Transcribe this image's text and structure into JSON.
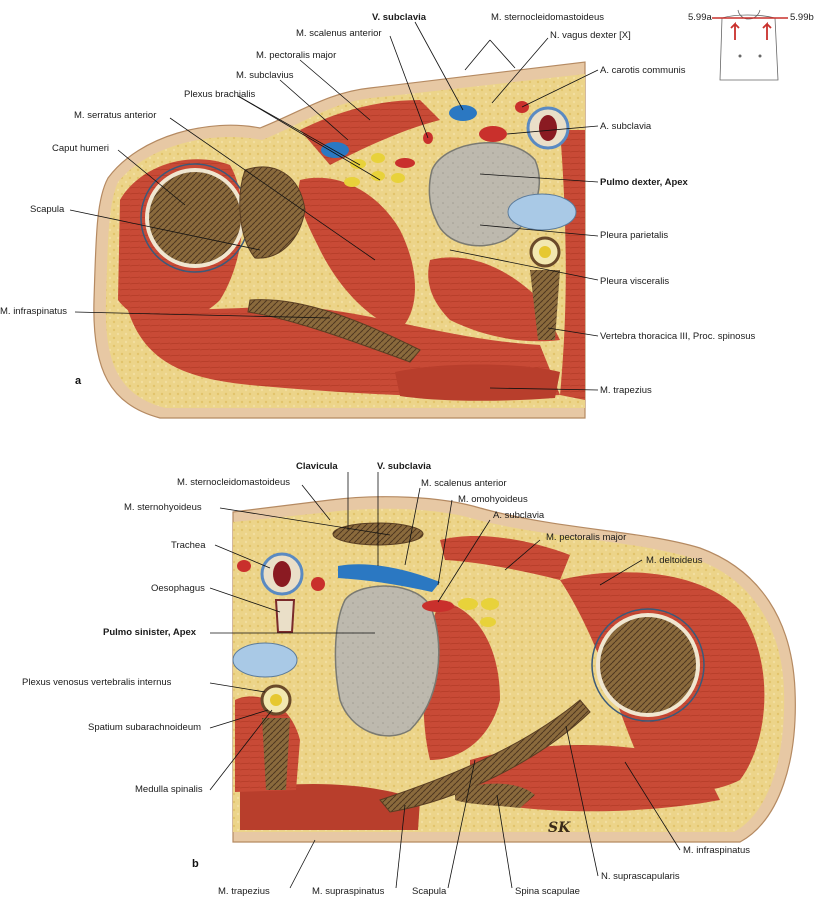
{
  "figure_refs": {
    "left": "5.99a",
    "right": "5.99b"
  },
  "panel_a": {
    "letter": "a",
    "labels": {
      "v_subclavia": "V. subclavia",
      "m_sternocleidomastoideus": "M. sternocleidomastoideus",
      "m_scalenus_anterior": "M. scalenus anterior",
      "n_vagus_dexter": "N. vagus dexter [X]",
      "m_pectoralis_major": "M. pectoralis major",
      "a_carotis_communis": "A. carotis communis",
      "m_subclavius": "M. subclavius",
      "plexus_brachialis": "Plexus brachialis",
      "m_serratus_anterior": "M. serratus anterior",
      "a_subclavia": "A. subclavia",
      "caput_humeri": "Caput humeri",
      "pulmo_dexter_apex": "Pulmo dexter, Apex",
      "scapula": "Scapula",
      "pleura_parietalis": "Pleura parietalis",
      "pleura_visceralis": "Pleura visceralis",
      "m_infraspinatus": "M. infraspinatus",
      "vertebra_thoracica": "Vertebra thoracica III, Proc. spinosus",
      "m_trapezius": "M. trapezius"
    }
  },
  "panel_b": {
    "letter": "b",
    "signature": "SK",
    "labels": {
      "clavicula": "Clavicula",
      "v_subclavia": "V. subclavia",
      "m_sternocleidomastoideus": "M. sternocleidomastoideus",
      "m_scalenus_anterior": "M. scalenus anterior",
      "m_omohyoideus": "M. omohyoideus",
      "m_sternohyoideus": "M. sternohyoideus",
      "a_subclavia": "A. subclavia",
      "m_pectoralis_major": "M. pectoralis major",
      "trachea": "Trachea",
      "m_deltoideus": "M. deltoideus",
      "oesophagus": "Oesophagus",
      "pulmo_sinister_apex": "Pulmo sinister, Apex",
      "plexus_venosus": "Plexus venosus vertebralis internus",
      "spatium_subarachnoideum": "Spatium subarachnoideum",
      "medulla_spinalis": "Medulla spinalis",
      "m_infraspinatus": "M. infraspinatus",
      "n_suprascapularis": "N. suprascapularis",
      "m_trapezius": "M. trapezius",
      "m_supraspinatus": "M. supraspinatus",
      "scapula": "Scapula",
      "spina_scapulae": "Spina scapulae"
    }
  },
  "colors": {
    "muscle": "#c84a36",
    "fat": "#ecd489",
    "bone": "#7a5a32",
    "lung": "#b7b4aa",
    "vein": "#2b78c2",
    "artery": "#c9302c",
    "nerve": "#e8d23a",
    "skin": "#e7c8a4"
  }
}
